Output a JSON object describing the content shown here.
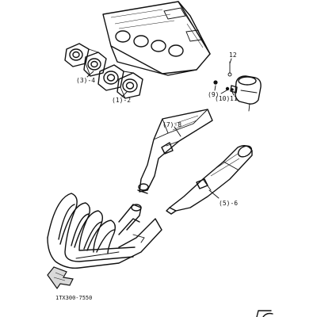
{
  "callouts": [
    {
      "id": "c4",
      "text": "(3)-4"
    },
    {
      "id": "c2",
      "text": "(1)-2"
    },
    {
      "id": "c12",
      "text": "12"
    },
    {
      "id": "c9",
      "text": "(9)"
    },
    {
      "id": "c10",
      "text": "(10)"
    },
    {
      "id": "c11",
      "text": "11"
    },
    {
      "id": "c8",
      "text": "(7)-8"
    },
    {
      "id": "c6",
      "text": "(5)-6"
    }
  ],
  "drawing_code": "1TX300-7550",
  "colors": {
    "ink": "#111111",
    "paper": "#ffffff"
  }
}
